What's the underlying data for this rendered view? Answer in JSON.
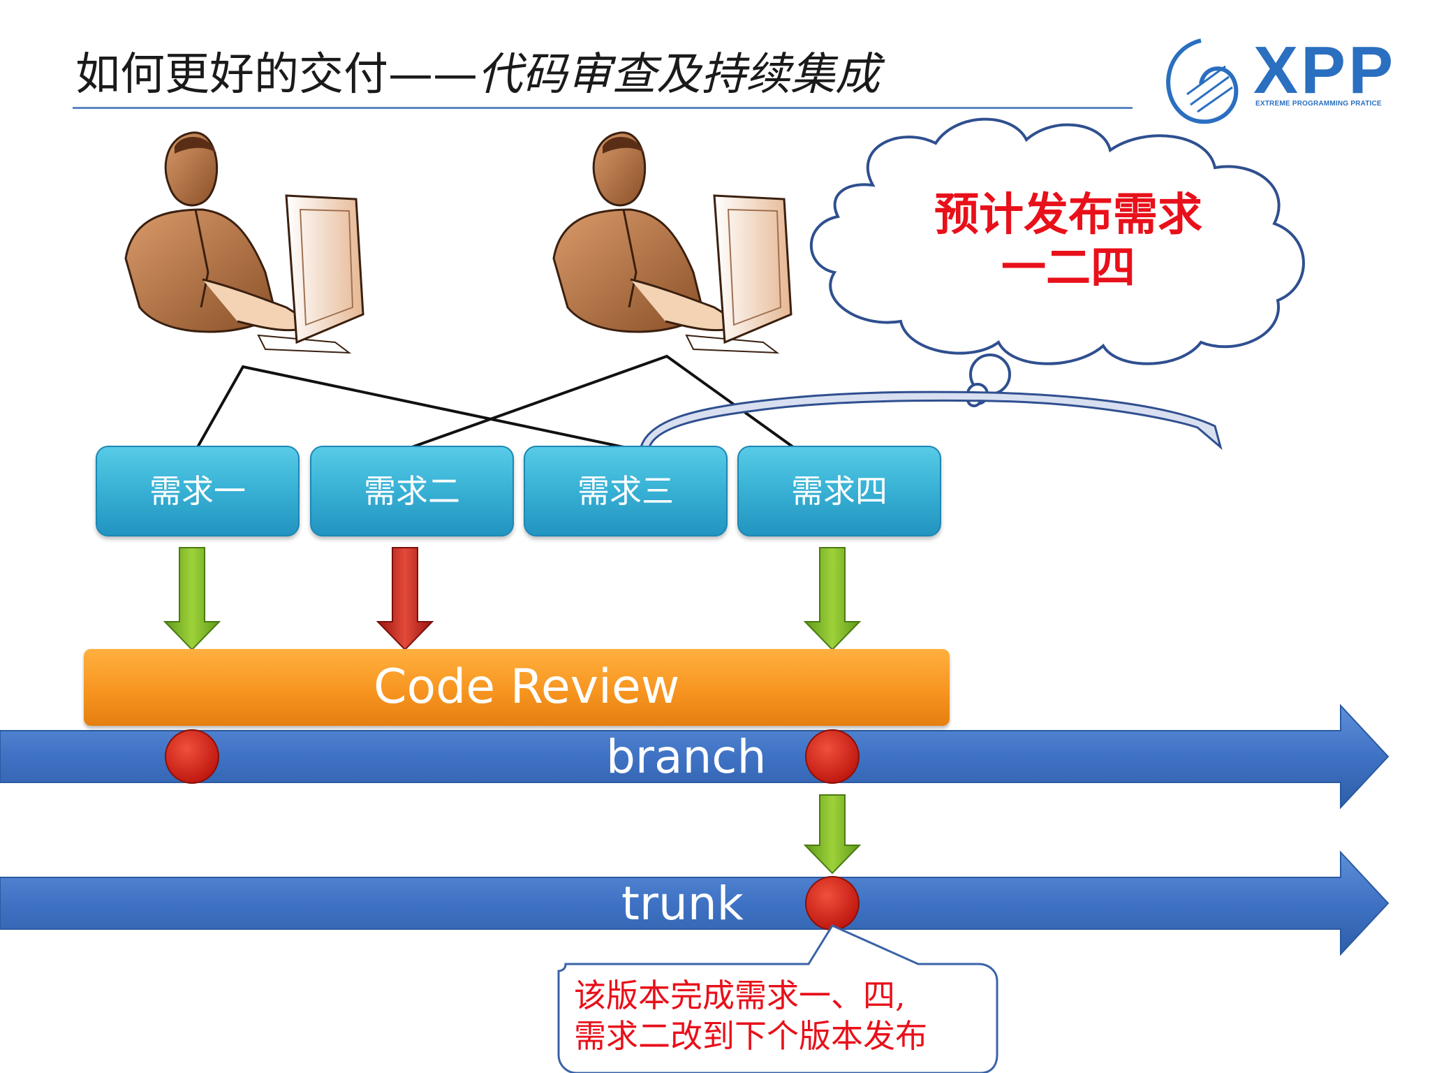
{
  "slide": {
    "title_main": "如何更好的交付——",
    "title_sub": "代码审查及持续集成"
  },
  "logo": {
    "name": "XPP",
    "subtitle": "EXTREME PROGRAMMING PRATICE"
  },
  "thought_bubble": {
    "line1": "预计发布需求",
    "line2": "一二四"
  },
  "requirements": [
    {
      "label": "需求一",
      "status": "accepted",
      "arrow_color": "#7ab521"
    },
    {
      "label": "需求二",
      "status": "rejected",
      "arrow_color": "#d0261e"
    },
    {
      "label": "需求三",
      "status": "none"
    },
    {
      "label": "需求四",
      "status": "accepted",
      "arrow_color": "#7ab521"
    }
  ],
  "code_review": {
    "label": "Code Review"
  },
  "branch": {
    "label": "branch"
  },
  "trunk": {
    "label": "trunk"
  },
  "callout": {
    "line1": "该版本完成需求一、四,",
    "line2": "需求二改到下个版本发布"
  },
  "colors": {
    "accent_blue": "#3a73c4",
    "highlight_red": "#e8101a",
    "accept_green": "#7ab521",
    "reject_red": "#d0261e",
    "review_orange": "#f79520"
  }
}
